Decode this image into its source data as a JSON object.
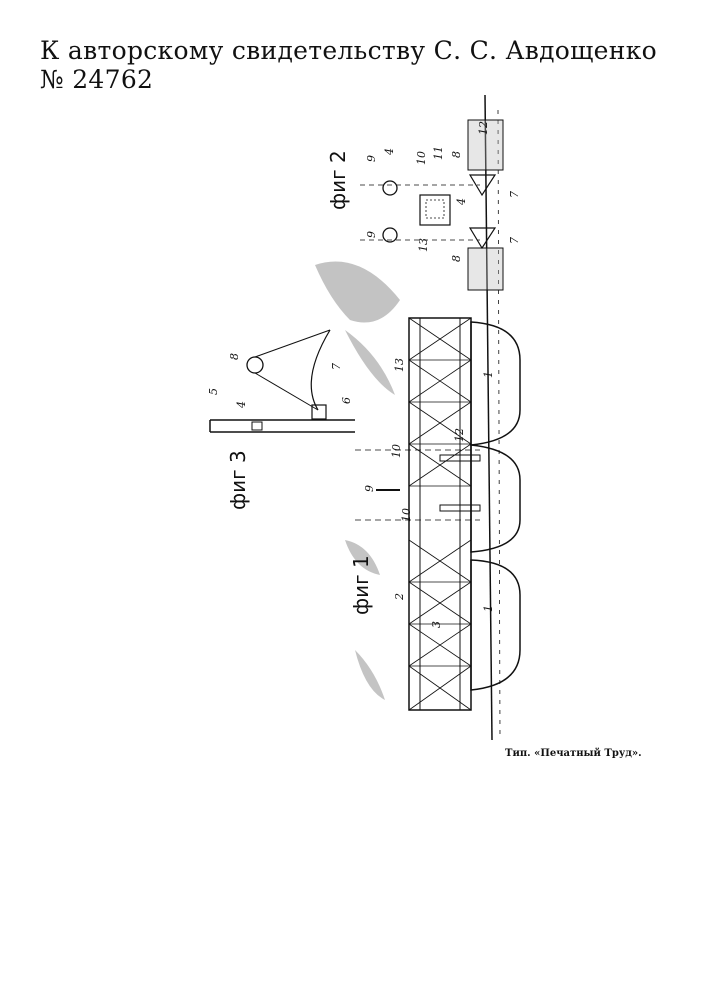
{
  "header": {
    "title": "К авторскому свидетельству С. С. Авдощенко № 24762"
  },
  "figures": {
    "fig1": "фиг 1",
    "fig2": "фиг 2",
    "fig3": "фиг 3"
  },
  "labels": {
    "l1a": "1",
    "l1b": "1",
    "l2": "2",
    "l3": "3",
    "l9": "9",
    "l10a": "10",
    "l10b": "10",
    "l12": "12",
    "l13": "13",
    "f2_9a": "9",
    "f2_9b": "9",
    "f2_4a": "4",
    "f2_4b": "4",
    "f2_10": "10",
    "f2_11": "11",
    "f2_8a": "8",
    "f2_8b": "8",
    "f2_12": "12",
    "f2_7a": "7",
    "f2_7b": "7",
    "f2_13": "13",
    "f3_8": "8",
    "f3_5": "5",
    "f3_4": "4",
    "f3_6": "6",
    "f3_7": "7"
  },
  "footer": {
    "printer": "Тип. «Печатный Труд»."
  }
}
